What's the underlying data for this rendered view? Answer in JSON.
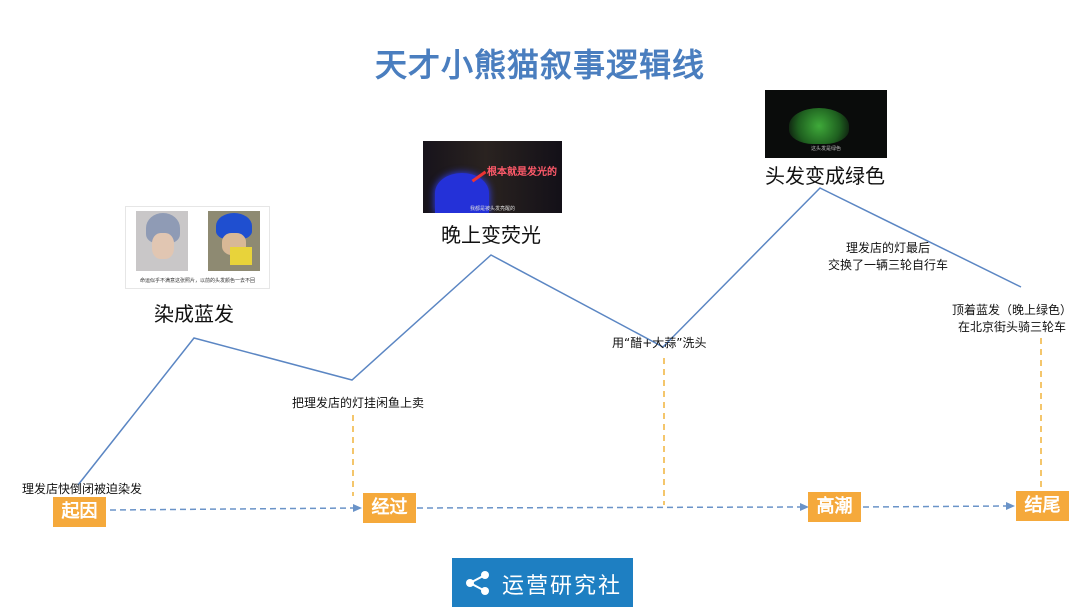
{
  "title": "天才小熊猫叙事逻辑线",
  "stages": [
    "起因",
    "经过",
    "高潮",
    "结尾"
  ],
  "events": {
    "start": "理发店快倒闭被迫染发",
    "listing": "把理发店的灯挂闲鱼上卖",
    "wash": "用“醋+大蒜”洗头",
    "trade_line1": "理发店的灯最后",
    "trade_line2": "交换了一辆三轮自行车",
    "end_line1": "顶着蓝发（晚上绿色）",
    "end_line2": "在北京街头骑三轮车"
  },
  "milestones": {
    "blue_hair": "染成蓝发",
    "glow": "晚上变荧光",
    "green": "头发变成绿色"
  },
  "photo_captions": {
    "blue_hair": "命运似乎不满意这张照片，以前的头发颜色一去不回",
    "glow": "根本就是发光的",
    "glow_sub": "我都是被头发亮醒的",
    "green": "这头发是绿色"
  },
  "logo": {
    "text": "运营研究社",
    "icon": "share-icon"
  },
  "colors": {
    "title": "#4a7ebf",
    "line": "#5b86c3",
    "stage": "#f5a93b",
    "dash": "#f0b43c",
    "logo_bg": "#1e7fc2"
  }
}
